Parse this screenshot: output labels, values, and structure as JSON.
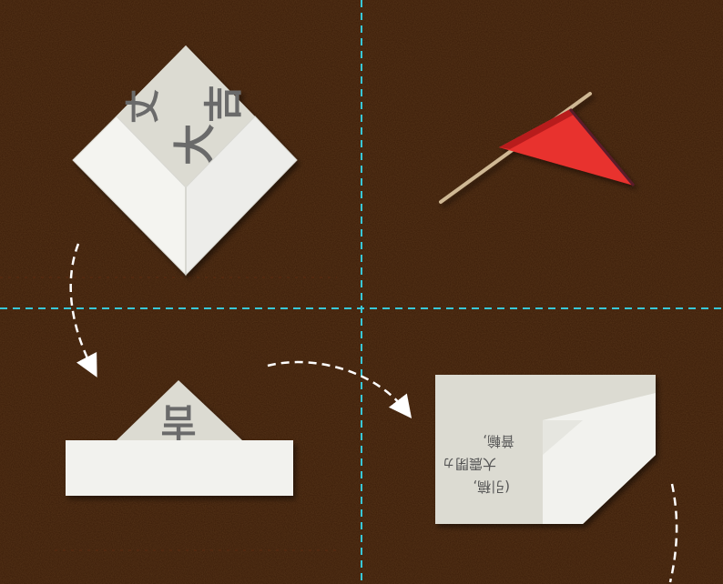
{
  "colors": {
    "background": "#3a1c08",
    "guide_line": "#38c8d8",
    "paper_white": "#f2f2ee",
    "newsprint": "#dcdbd2",
    "flag_red": "#e8302e",
    "toothpick": "#cfb894",
    "arrow": "#ffffff"
  },
  "panels": [
    {
      "step": "fold-corners-to-center"
    },
    {
      "step": "finished-flag-pick"
    },
    {
      "step": "fold-into-triangle-strip"
    },
    {
      "step": "fold-corner-over"
    }
  ],
  "newsprint_text": {
    "large_glyphs": [
      "大",
      "吉",
      "丈"
    ],
    "small_lines": [
      "(引稿,",
      "大震閉ヵ",
      "普輸,"
    ]
  },
  "icons": [
    "dashed-curved-arrow",
    "dashed-curved-arrow",
    "dashed-curved-arrow"
  ]
}
